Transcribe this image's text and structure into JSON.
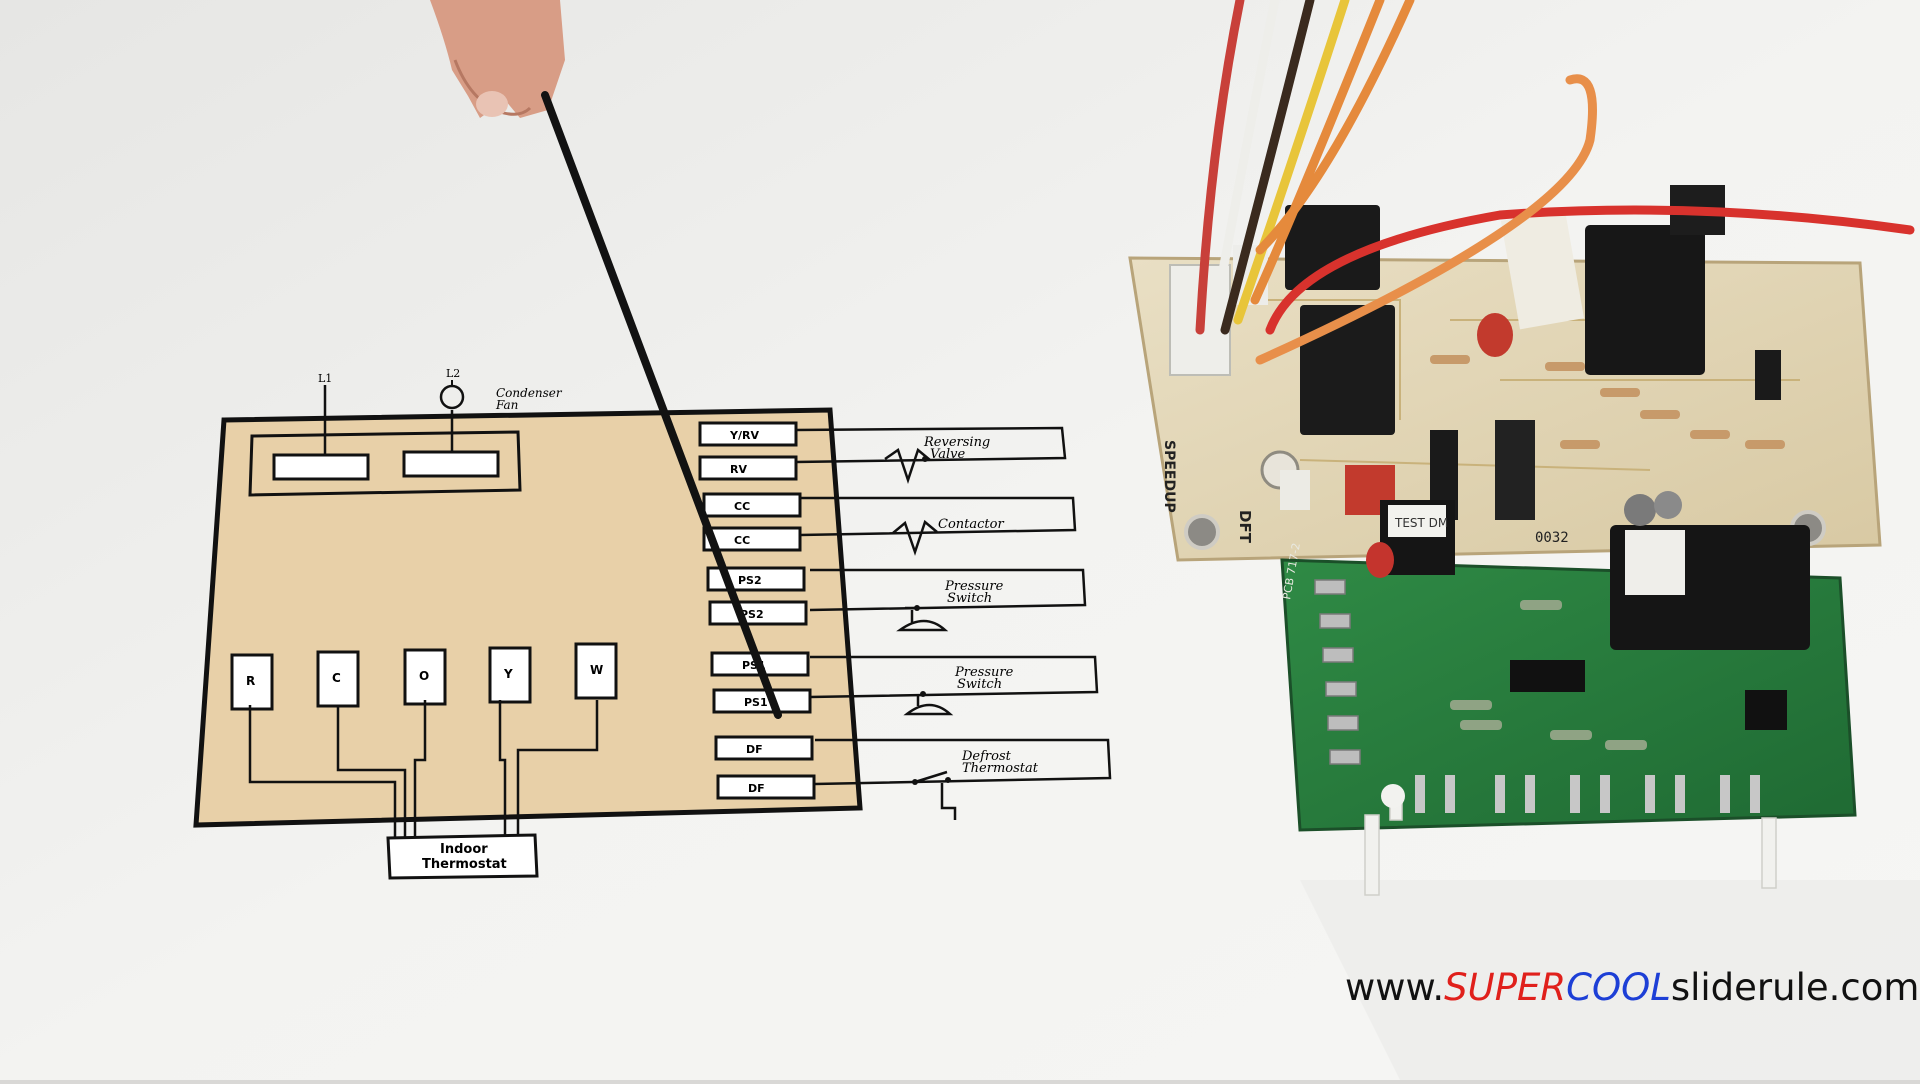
{
  "diagram": {
    "power_labels": [
      "L1",
      "L2"
    ],
    "condenser_fan": [
      "Condenser",
      "Fan"
    ],
    "left_terminals": [
      "R",
      "C",
      "O",
      "Y",
      "W"
    ],
    "right_terminals": [
      "Y/RV",
      "RV",
      "CC",
      "CC",
      "PS2",
      "PS2",
      "PS1",
      "PS1",
      "DF",
      "DF"
    ],
    "reversing_valve": [
      "Reversing",
      "Valve"
    ],
    "contactor": "Contactor",
    "pressure_switch_1": [
      "Pressure",
      "Switch"
    ],
    "pressure_switch_2": [
      "Pressure",
      "Switch"
    ],
    "defrost_thermostat": [
      "Defrost",
      "Thermostat"
    ],
    "indoor_thermostat": [
      "Indoor",
      "Thermostat"
    ]
  },
  "board_labels": {
    "speedup": "SPEEDUP",
    "dft": "DFT",
    "sticker": "TEST DM",
    "code": "0032",
    "part_label": "PCB 717-2"
  },
  "watermark": {
    "prefix": "www.",
    "super": "SUPER",
    "cool": "COOL",
    "suffix": "sliderule.com",
    "colors": {
      "prefix": "#111111",
      "super": "#e0201b",
      "cool": "#1d3fd6",
      "suffix": "#111111"
    }
  }
}
